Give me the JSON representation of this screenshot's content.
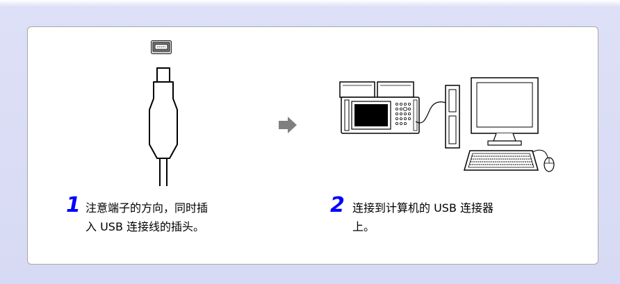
{
  "steps": [
    {
      "number": "1",
      "line1": "注意端子的方向，同时插",
      "line2": "入 USB 连接线的插头。"
    },
    {
      "number": "2",
      "line1": "连接到计算机的 USB 连接器",
      "line2": "上。"
    }
  ],
  "icons": {
    "usb_port": "usb-mini-port-icon",
    "usb_plug": "usb-cable-plug-icon",
    "arrow": "arrow-right-icon",
    "instrument": "measuring-instrument-icon",
    "computer": "desktop-computer-icon"
  },
  "colors": {
    "step_number": "#0000ff",
    "arrow": "#7f7f7f",
    "background": "#d7daf4"
  }
}
